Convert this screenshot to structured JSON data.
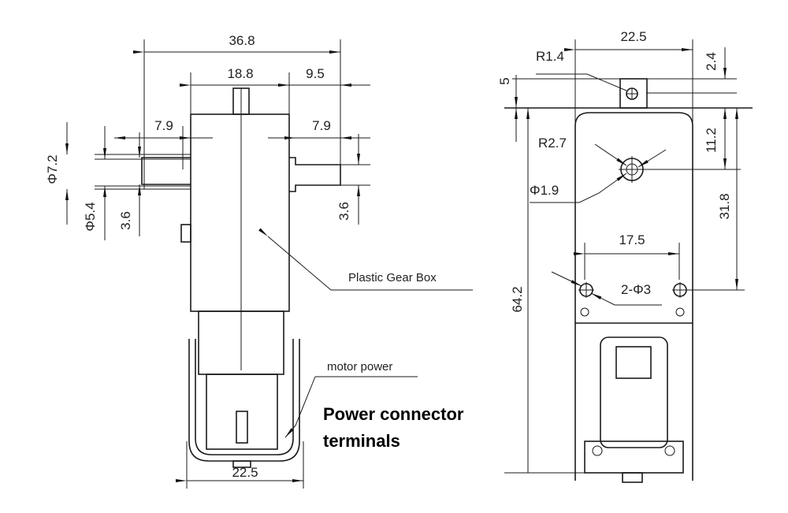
{
  "left_view": {
    "dimensions": {
      "overall_width": "36.8",
      "body_width": "18.8",
      "offset_right": "9.5",
      "tab_left": "7.9",
      "tab_right": "7.9",
      "dia_outer": "Φ7.2",
      "dia_inner": "Φ5.4",
      "height_left": "3.6",
      "height_right": "3.6",
      "bottom_width": "22.5"
    },
    "labels": {
      "gearbox": "Plastic Gear Box",
      "motor_power": "motor power"
    }
  },
  "right_view": {
    "dimensions": {
      "width": "22.5",
      "radius_small": "R1.4",
      "radius_large": "R2.7",
      "top_offset": "5",
      "top_small": "2.4",
      "shaft_offset": "11.2",
      "hole_offset": "31.8",
      "shaft_dia": "Φ1.9",
      "total_height": "64.2",
      "hole_spacing": "17.5",
      "hole_dia": "2-Φ3"
    }
  },
  "annotation": {
    "line1": "Power connector",
    "line2": "terminals"
  }
}
